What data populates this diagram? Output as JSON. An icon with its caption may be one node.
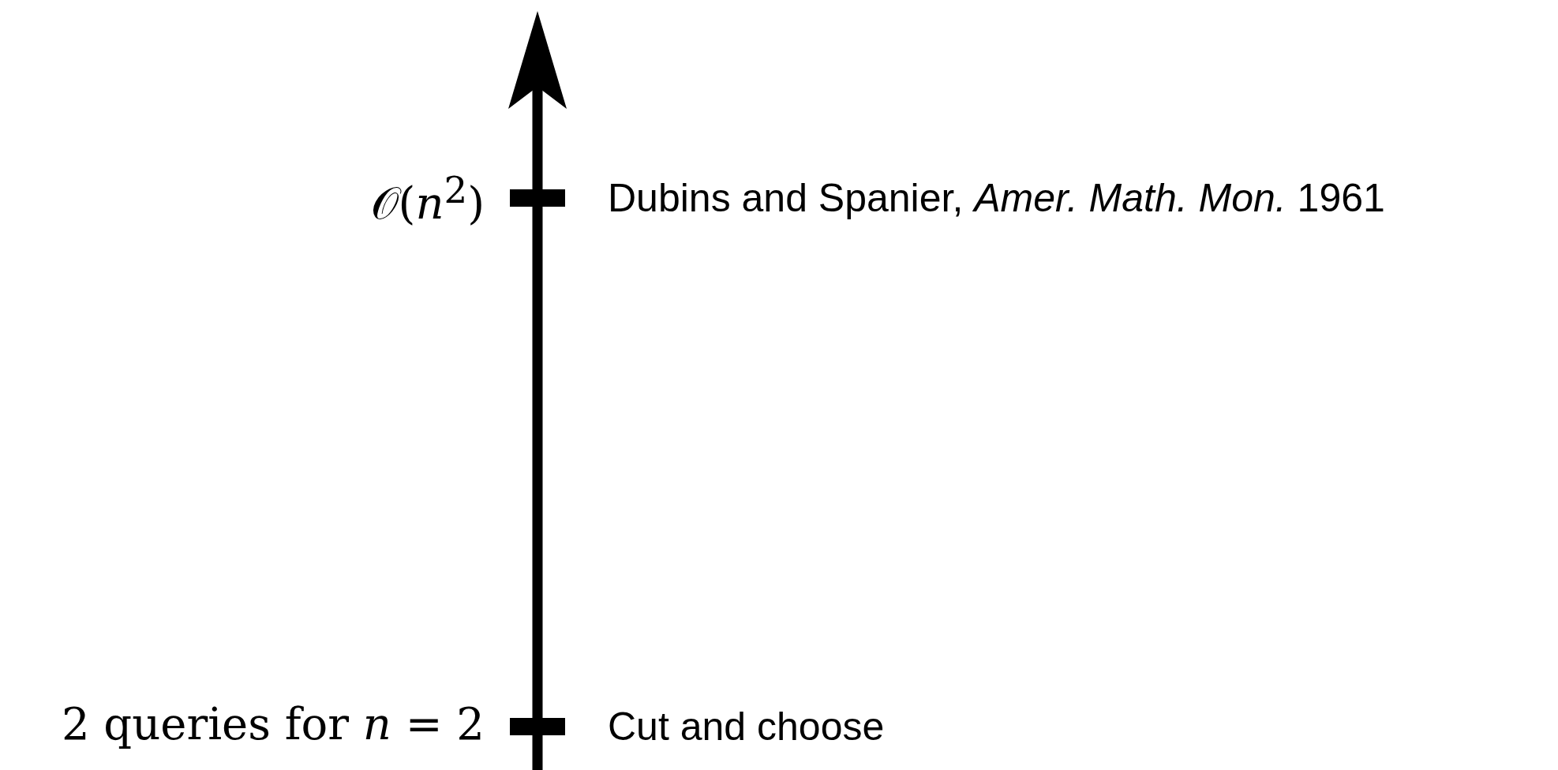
{
  "diagram": {
    "labels": [
      "𝒪(*n*$^{2}$)",
      "Dubins and Spanier, *Amer. Math. Mon.* 1961",
      "2 queries for *n* = 2",
      "Cut and choose"
    ]
  }
}
